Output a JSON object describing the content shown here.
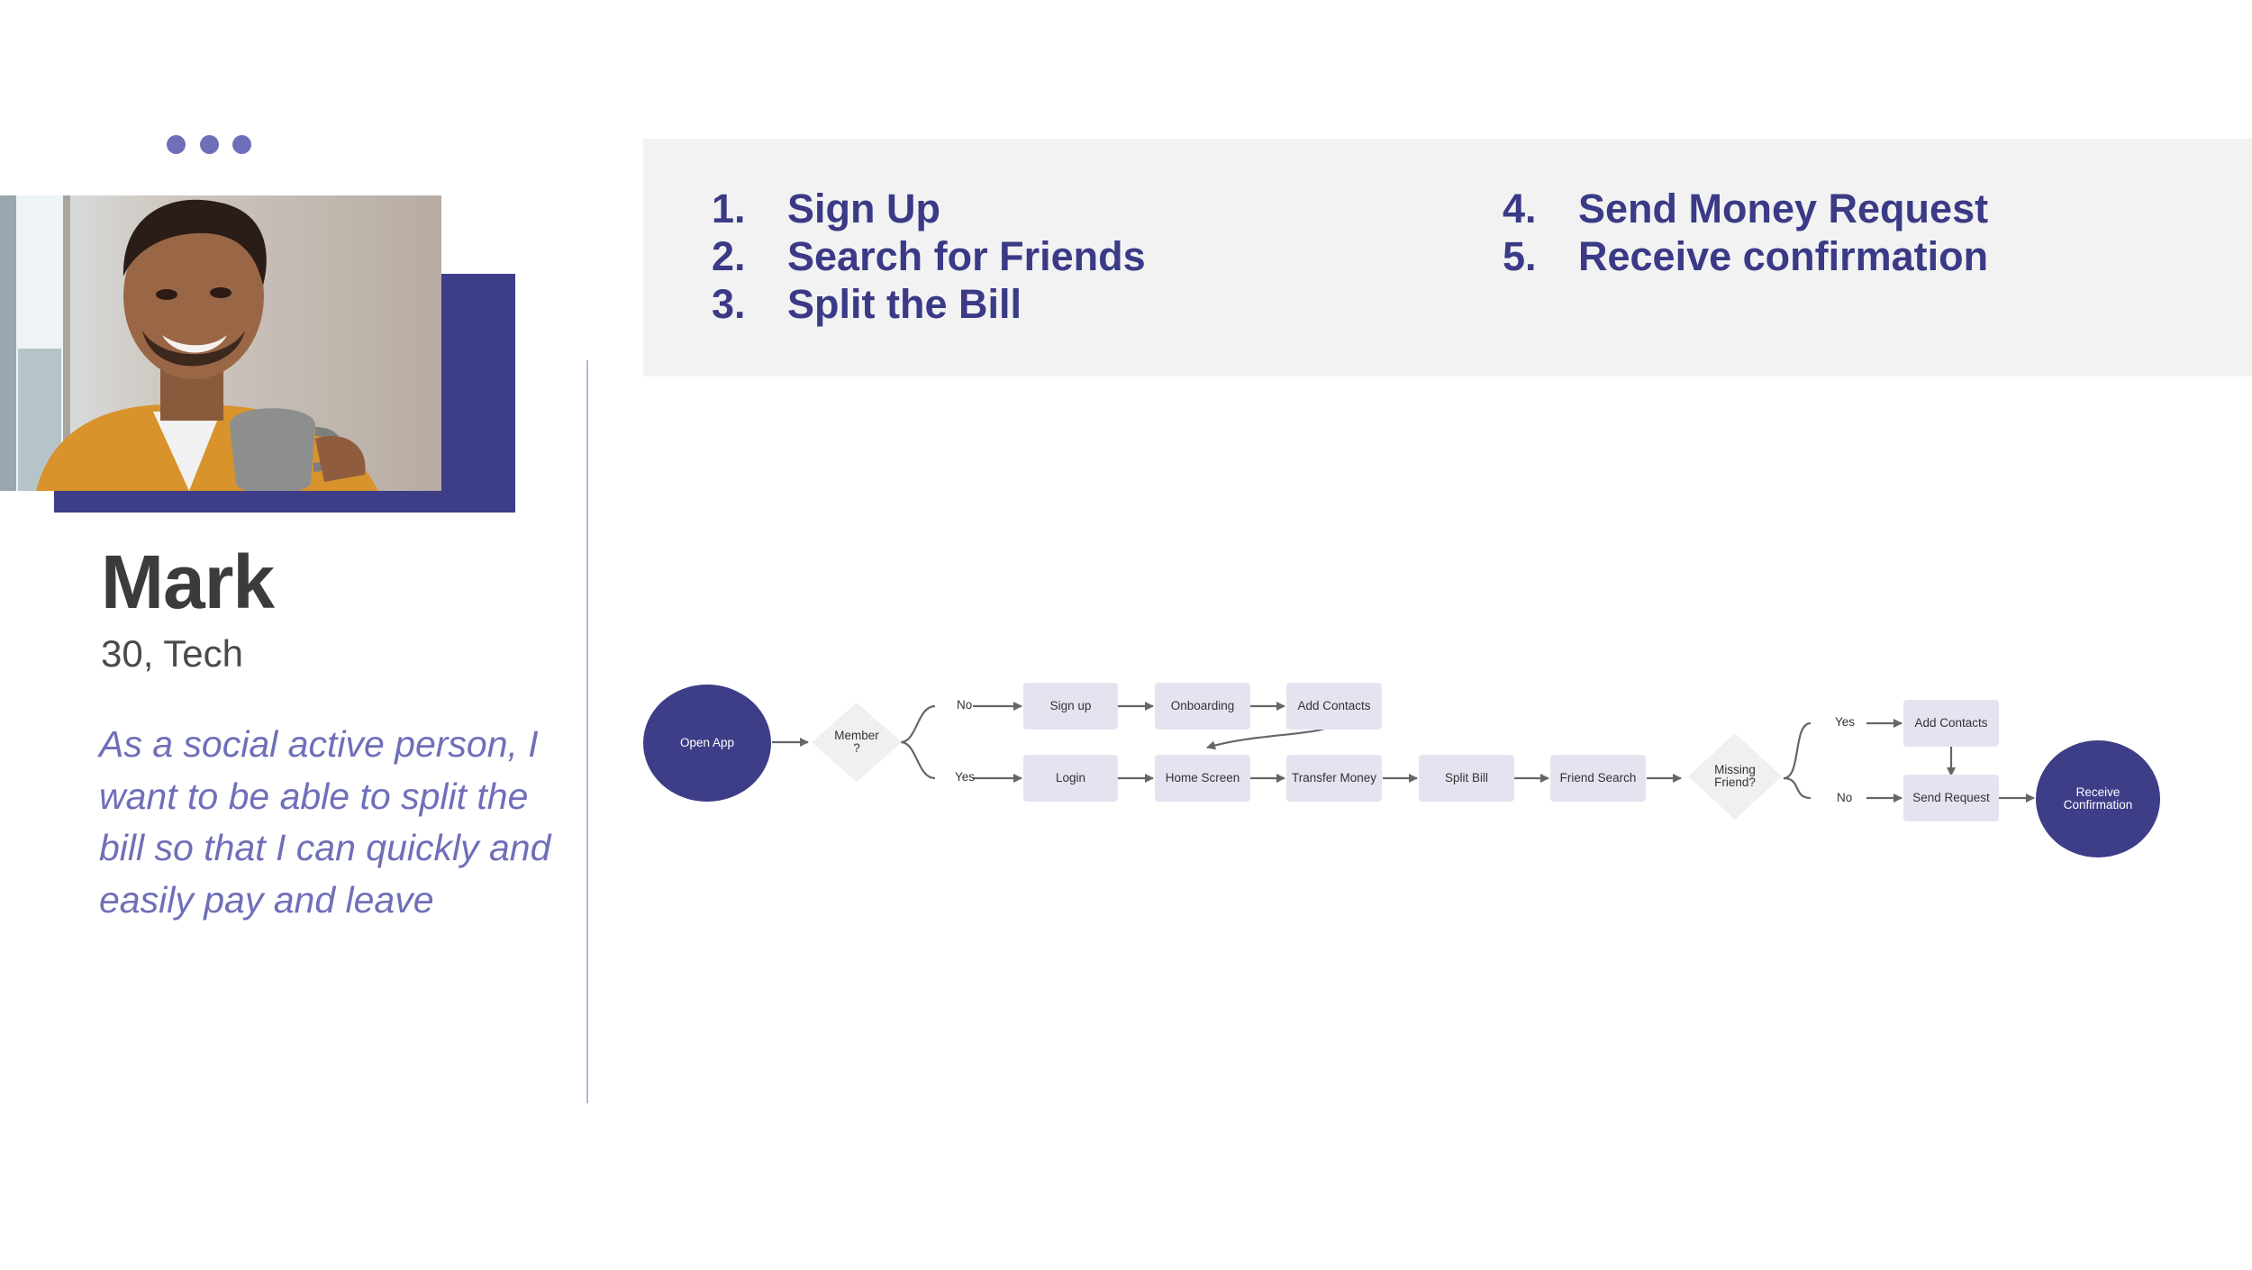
{
  "persona": {
    "name": "Mark",
    "meta": "30, Tech",
    "quote": "As a social active person, I want to be able to split the bill so that I can quickly and easily pay and leave"
  },
  "steps": [
    {
      "num": "1.",
      "label": "Sign Up"
    },
    {
      "num": "2.",
      "label": "Search for Friends"
    },
    {
      "num": "3.",
      "label": "Split the Bill"
    },
    {
      "num": "4.",
      "label": "Send Money Request"
    },
    {
      "num": "5.",
      "label": "Receive confirmation"
    }
  ],
  "flow": {
    "start": "Open App",
    "member_decision": "Member\n?",
    "branch_no": "No",
    "branch_yes": "Yes",
    "signup": "Sign up",
    "onboarding": "Onboarding",
    "add_contacts_top": "Add Contacts",
    "login": "Login",
    "home": "Home Screen",
    "transfer": "Transfer Money",
    "split": "Split Bill",
    "friend_search": "Friend Search",
    "missing_decision": "Missing\nFriend?",
    "branch2_yes": "Yes",
    "branch2_no": "No",
    "add_contacts_right": "Add Contacts",
    "send_request": "Send Request",
    "end": "Receive\nConfirmation"
  },
  "colors": {
    "accent": "#3e3d87",
    "accent_light": "#6f6fb9",
    "box_fill": "#e4e4f1",
    "panel_bg": "#f2f2f2"
  }
}
